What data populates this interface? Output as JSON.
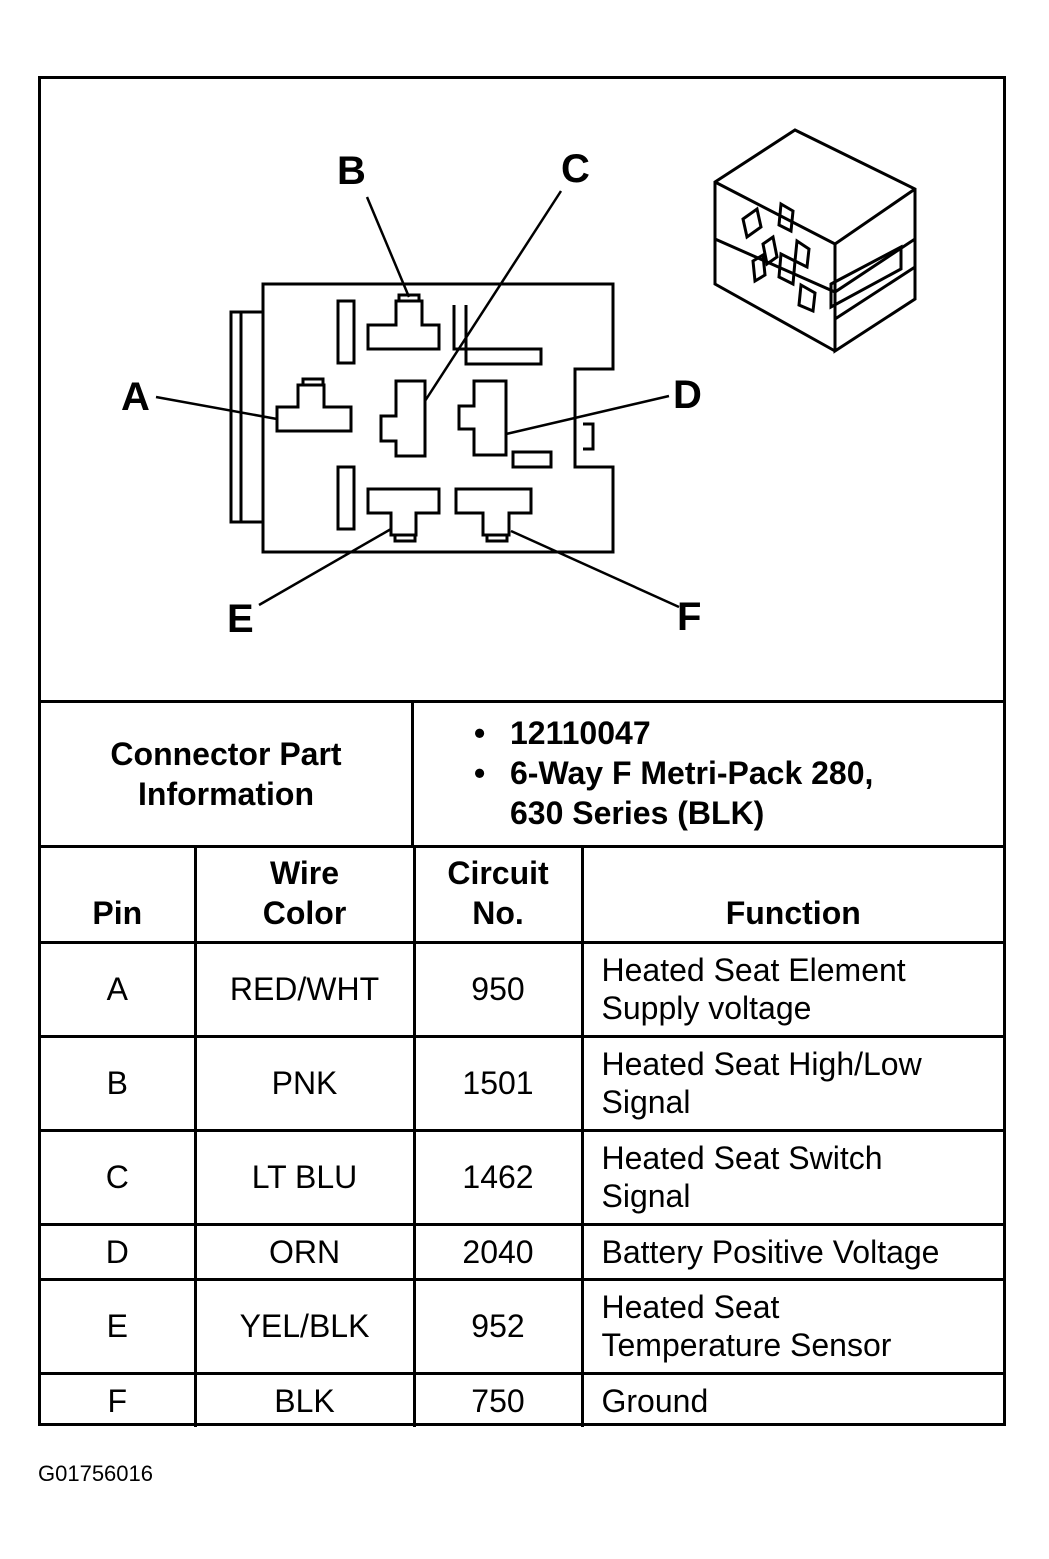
{
  "pin_labels": [
    "A",
    "B",
    "C",
    "D",
    "E",
    "F"
  ],
  "connector_info": {
    "label_line1": "Connector Part",
    "label_line2": "Information",
    "items": [
      [
        "12110047"
      ],
      [
        "6-Way F Metri-Pack 280,",
        "630 Series (BLK)"
      ]
    ]
  },
  "table": {
    "headers": {
      "pin": "Pin",
      "wire_line1": "Wire",
      "wire_line2": "Color",
      "circuit_line1": "Circuit",
      "circuit_line2": "No.",
      "function": "Function"
    },
    "rows": [
      {
        "pin": "A",
        "wire": "RED/WHT",
        "circuit": "950",
        "function_line1": "Heated Seat Element",
        "function_line2": "Supply voltage"
      },
      {
        "pin": "B",
        "wire": "PNK",
        "circuit": "1501",
        "function_line1": "Heated Seat High/Low",
        "function_line2": "Signal"
      },
      {
        "pin": "C",
        "wire": "LT BLU",
        "circuit": "1462",
        "function_line1": "Heated Seat Switch",
        "function_line2": "Signal"
      },
      {
        "pin": "D",
        "wire": "ORN",
        "circuit": "2040",
        "function_line1": "Battery Positive Voltage",
        "function_line2": ""
      },
      {
        "pin": "E",
        "wire": "YEL/BLK",
        "circuit": "952",
        "function_line1": "Heated Seat",
        "function_line2": "Temperature Sensor"
      },
      {
        "pin": "F",
        "wire": "BLK",
        "circuit": "750",
        "function_line1": "Ground",
        "function_line2": ""
      }
    ]
  },
  "figure_id": "G01756016"
}
